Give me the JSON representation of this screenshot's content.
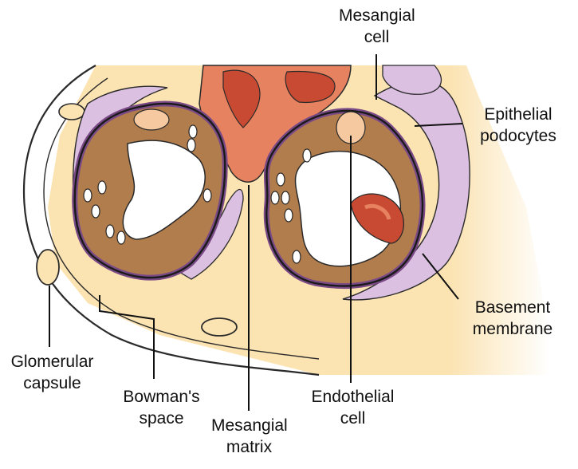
{
  "labels": {
    "mesangial_cell": [
      "Mesangial",
      "cell"
    ],
    "epithelial_podocytes": [
      "Epithelial",
      "podocytes"
    ],
    "basement_membrane": [
      "Basement",
      "membrane"
    ],
    "glomerular_capsule": [
      "Glomerular",
      "capsule"
    ],
    "bowmans_space": [
      "Bowman's",
      "space"
    ],
    "mesangial_matrix": [
      "Mesangial",
      "matrix"
    ],
    "endothelial_cell": [
      "Endothelial",
      "cell"
    ]
  },
  "colors": {
    "capsule_fill": "#fbe3b2",
    "capsule_outline": "#2a2a2a",
    "podocyte": "#dcc0e2",
    "basement_membrane": "#7a4a86",
    "endothelium": "#b27d4c",
    "lumen": "#ffffff",
    "mesangium_light": "#e6825f",
    "mesangium_dark": "#c94a33",
    "cell_nucleus": "#f6c9a0"
  }
}
